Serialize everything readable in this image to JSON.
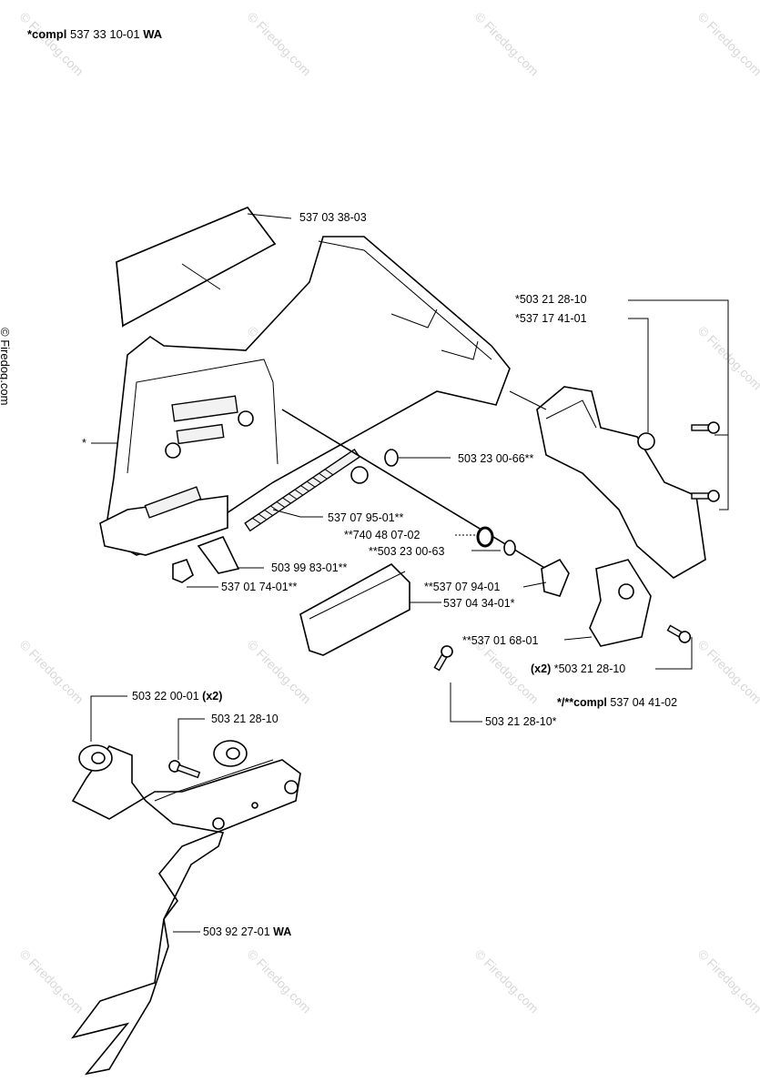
{
  "title": {
    "prefix": "*compl",
    "number": "537 33 10-01",
    "suffix": "WA"
  },
  "watermark": "© Firedog.com",
  "labels": {
    "l1": "537 03 38-03",
    "l2": "*503 21 28-10",
    "l3": "*537 17 41-01",
    "l4": "*",
    "l5": "503 23 00-66**",
    "l6": "537 07 95-01**",
    "l7": "**740 48 07-02",
    "l8": "**503 23 00-63",
    "l9": "503 99 83-01**",
    "l10": "537 01 74-01**",
    "l11": "**537 07 94-01",
    "l12": "537 04 34-01*",
    "l13": "**537 01 68-01",
    "l14_qty": "(x2)",
    "l14": "*503 21 28-10",
    "l15_prefix": "*/**compl",
    "l15": "537 04 41-02",
    "l16": "503 21 28-10*",
    "l17": "503 22 00-01",
    "l17_qty": "(x2)",
    "l18": "503 21 28-10",
    "l19": "503 92 27-01",
    "l19_suffix": "WA"
  }
}
